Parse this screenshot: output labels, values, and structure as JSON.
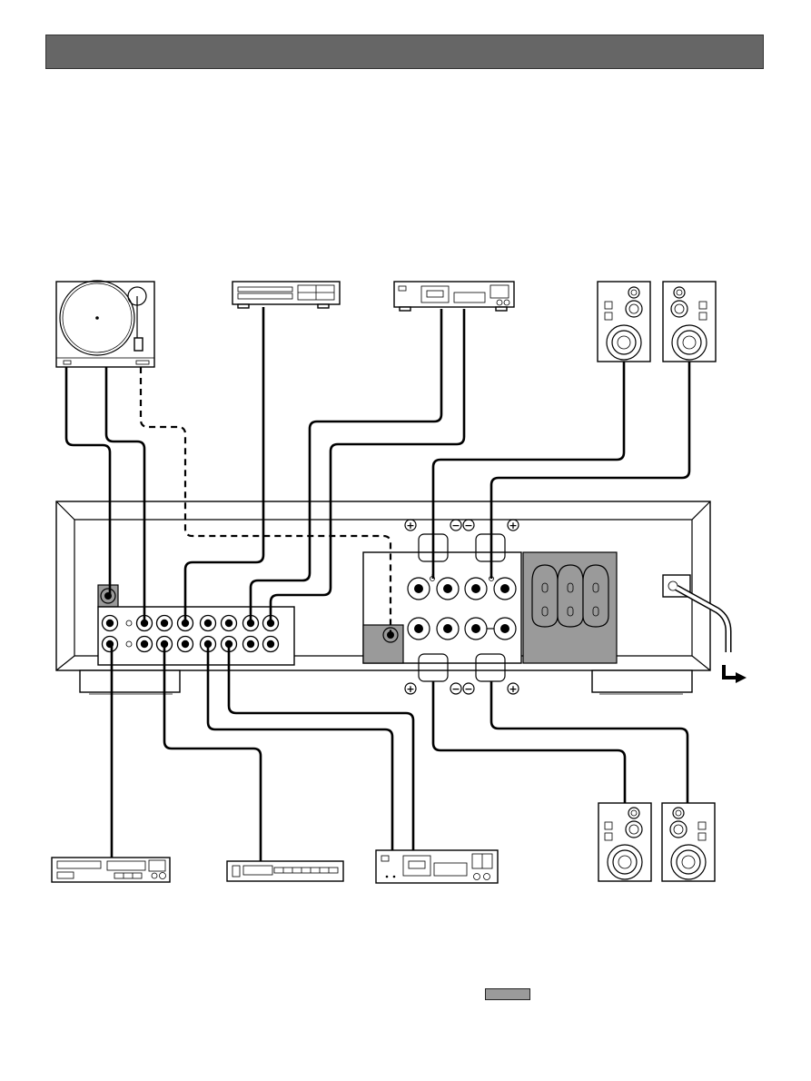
{
  "header": {
    "title": ""
  },
  "colors": {
    "header_bar": "#666666",
    "shaded_panel": "#9a9a9a",
    "line": "#000000"
  },
  "terminal_symbols": {
    "plus": "+",
    "minus": "−"
  },
  "devices": [
    {
      "id": "turntable",
      "icon": "turntable-icon"
    },
    {
      "id": "cd-player",
      "icon": "cd-player-icon"
    },
    {
      "id": "cassette-deck-top",
      "icon": "cassette-deck-icon"
    },
    {
      "id": "speakers-a",
      "icon": "speaker-icon"
    },
    {
      "id": "cd-recorder",
      "icon": "cd-recorder-icon"
    },
    {
      "id": "tuner",
      "icon": "tuner-icon"
    },
    {
      "id": "cassette-deck-bottom",
      "icon": "cassette-deck-icon"
    },
    {
      "id": "speakers-b",
      "icon": "speaker-icon"
    },
    {
      "id": "amplifier-rear-panel",
      "icon": "amplifier-icon"
    },
    {
      "id": "power-cord",
      "icon": "power-plug-icon"
    }
  ],
  "footer": {
    "marker": ""
  }
}
